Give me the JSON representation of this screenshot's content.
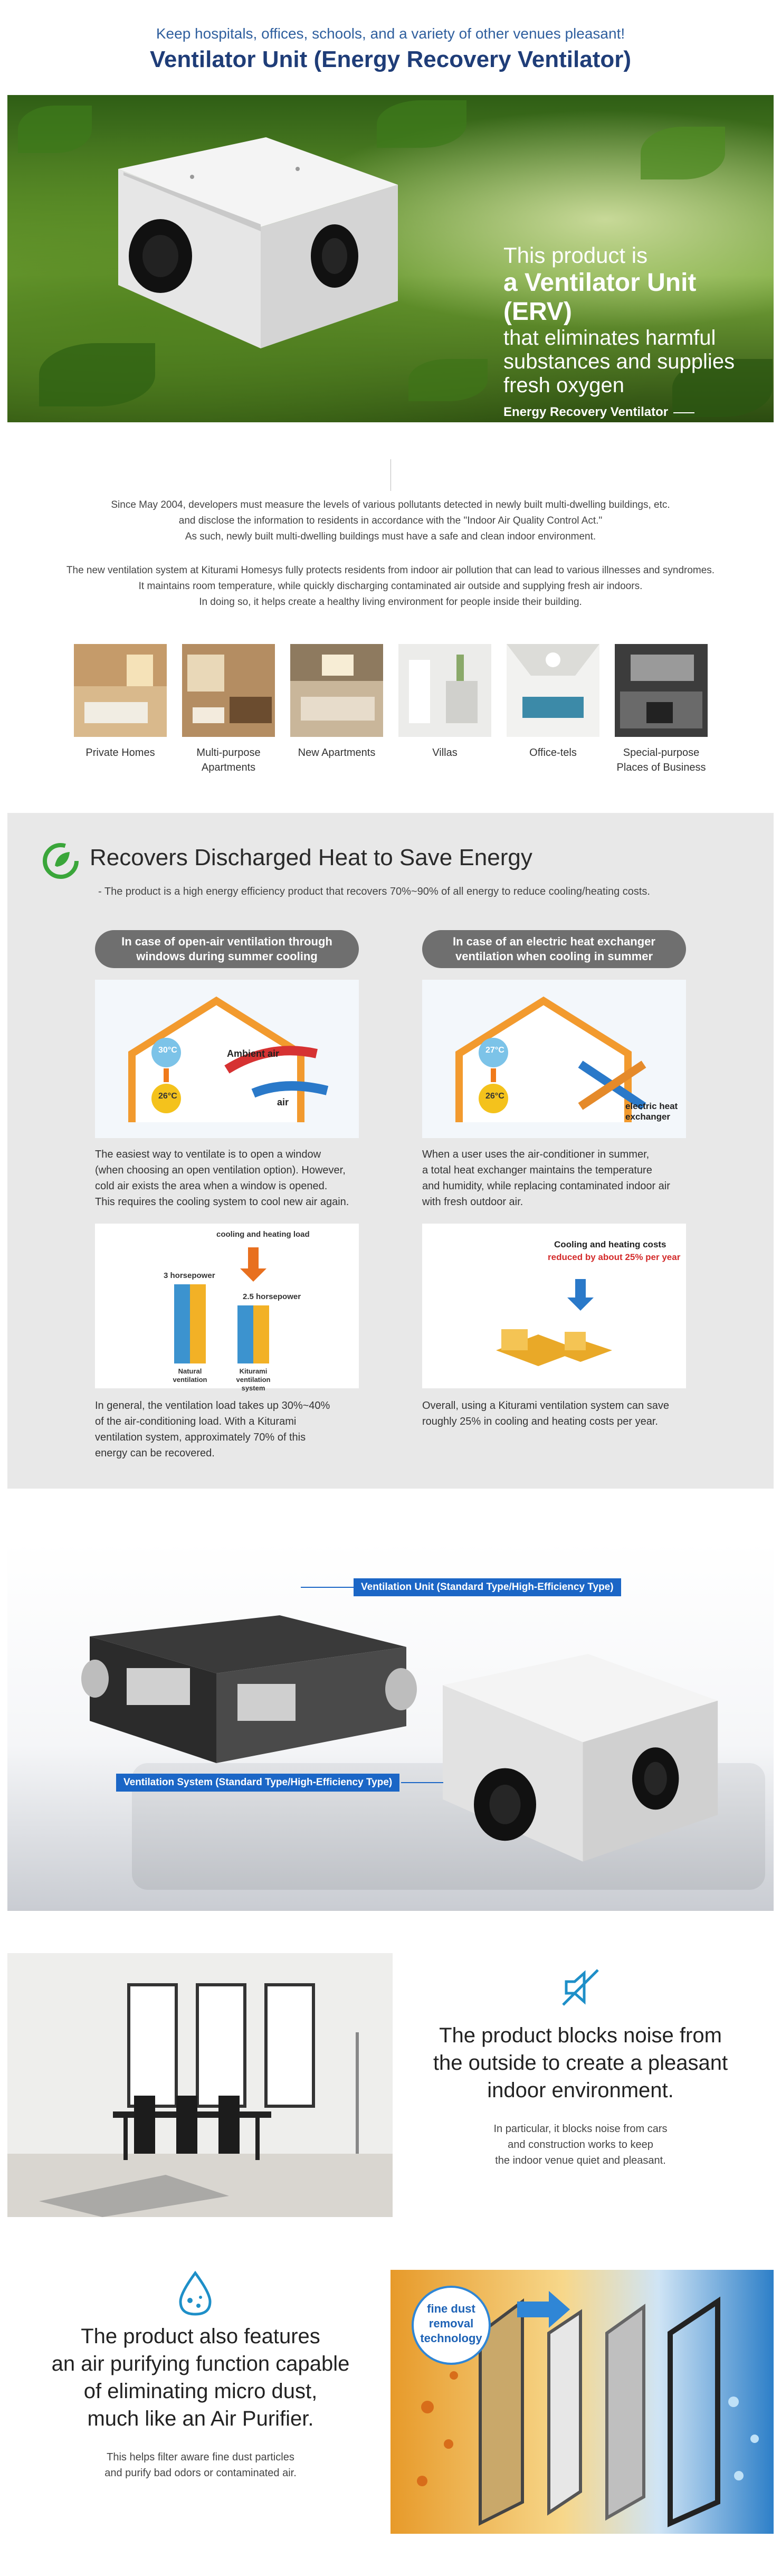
{
  "header": {
    "tagline": "Keep hospitals, offices, schools, and a variety of other venues pleasant!",
    "title": "Ventilator Unit (Energy Recovery Ventilator)"
  },
  "hero": {
    "line1": "This product is",
    "line2": "a Ventilator Unit (ERV)",
    "line3": "that eliminates harmful",
    "line4": "substances and supplies",
    "line5": "fresh oxygen",
    "sub": "Energy Recovery Ventilator"
  },
  "intro": {
    "p1": [
      "Since May 2004, developers must measure the levels of various pollutants detected in newly built multi-dwelling buildings, etc.",
      "and disclose the information to residents in accordance with the \"Indoor Air Quality Control Act.\"",
      "As such, newly built multi-dwelling buildings must have a safe and clean indoor environment."
    ],
    "p2": [
      "The new ventilation system at Kiturami Homesys fully protects residents from indoor air pollution that can lead to various illnesses and syndromes.",
      "It maintains room temperature, while quickly discharging contaminated air outside and supplying fresh air indoors.",
      "In doing so, it helps create a healthy living environment for people inside their building."
    ]
  },
  "venues": [
    {
      "label1": "Private Homes",
      "label2": ""
    },
    {
      "label1": "Multi-purpose",
      "label2": "Apartments"
    },
    {
      "label1": "New Apartments",
      "label2": ""
    },
    {
      "label1": "Villas",
      "label2": ""
    },
    {
      "label1": "Office-tels",
      "label2": ""
    },
    {
      "label1": "Special-purpose",
      "label2": "Places of Business"
    }
  ],
  "energy": {
    "title": "Recovers Discharged Heat to Save Energy",
    "desc": "- The product is a high energy efficiency product that recovers 70%~90% of all energy to reduce cooling/heating costs.",
    "left_pill1": "In case of open-air ventilation through",
    "left_pill2": "windows during summer cooling",
    "right_pill1": "In case of an electric heat exchanger",
    "right_pill2": "ventilation when cooling in summer",
    "diagram_left": {
      "temp_top": "30°C",
      "temp_bottom": "26°C",
      "ambient": "Ambient air",
      "air": "air"
    },
    "diagram_right": {
      "temp_top": "27°C",
      "temp_bottom": "26°C",
      "exchanger1": "electric heat",
      "exchanger2": "exchanger"
    },
    "left_text": [
      "The easiest way to ventilate is to open a window",
      "(when choosing an open ventilation option). However,",
      "cold air exists the area when a window is opened.",
      "This requires the cooling system to cool new air again."
    ],
    "right_text": [
      "When a user uses the air-conditioner in summer,",
      "a total heat exchanger maintains the temperature",
      "and humidity, while replacing contaminated indoor air",
      "with fresh outdoor air."
    ],
    "load_chart": {
      "title": "cooling and heating load",
      "hp3": "3 horsepower",
      "hp25": "2.5 horsepower",
      "bar1_1": "Natural",
      "bar1_2": "ventilation",
      "bar2_1": "Kiturami",
      "bar2_2": "ventilation system"
    },
    "cost_chart": {
      "title": "Cooling and heating costs",
      "sub": "reduced by about 25% per year"
    },
    "left_text2": [
      "In general, the ventilation load takes up 30%~40%",
      "of the air-conditioning load. With a Kiturami",
      "ventilation system, approximately 70% of this",
      "energy can be recovered."
    ],
    "right_text2": [
      "Overall, using a Kiturami ventilation system can save",
      "roughly 25% in cooling and heating costs per year."
    ]
  },
  "products": {
    "callout_unit": "Ventilation Unit (Standard Type/High-Efficiency Type)",
    "callout_system": "Ventilation System (Standard Type/High-Efficiency Type)"
  },
  "noise": {
    "title": [
      "The product blocks noise from",
      "the outside to create a pleasant",
      "indoor environment."
    ],
    "desc": [
      "In particular, it blocks noise from cars",
      "and construction works to keep",
      "the indoor venue quiet and pleasant."
    ]
  },
  "air": {
    "title": [
      "The product also features",
      "an air purifying function capable",
      "of eliminating micro dust,",
      "much like an Air Purifier."
    ],
    "desc": [
      "This helps filter aware fine dust particles",
      "and purify bad odors or contaminated air."
    ],
    "badge": [
      "fine dust",
      "removal",
      "technology"
    ]
  },
  "colors": {
    "title_blue": "#1f3d78",
    "callout_blue": "#1b66c6",
    "pill_grey": "#6f6f6f",
    "eco_green": "#3aa63a"
  }
}
